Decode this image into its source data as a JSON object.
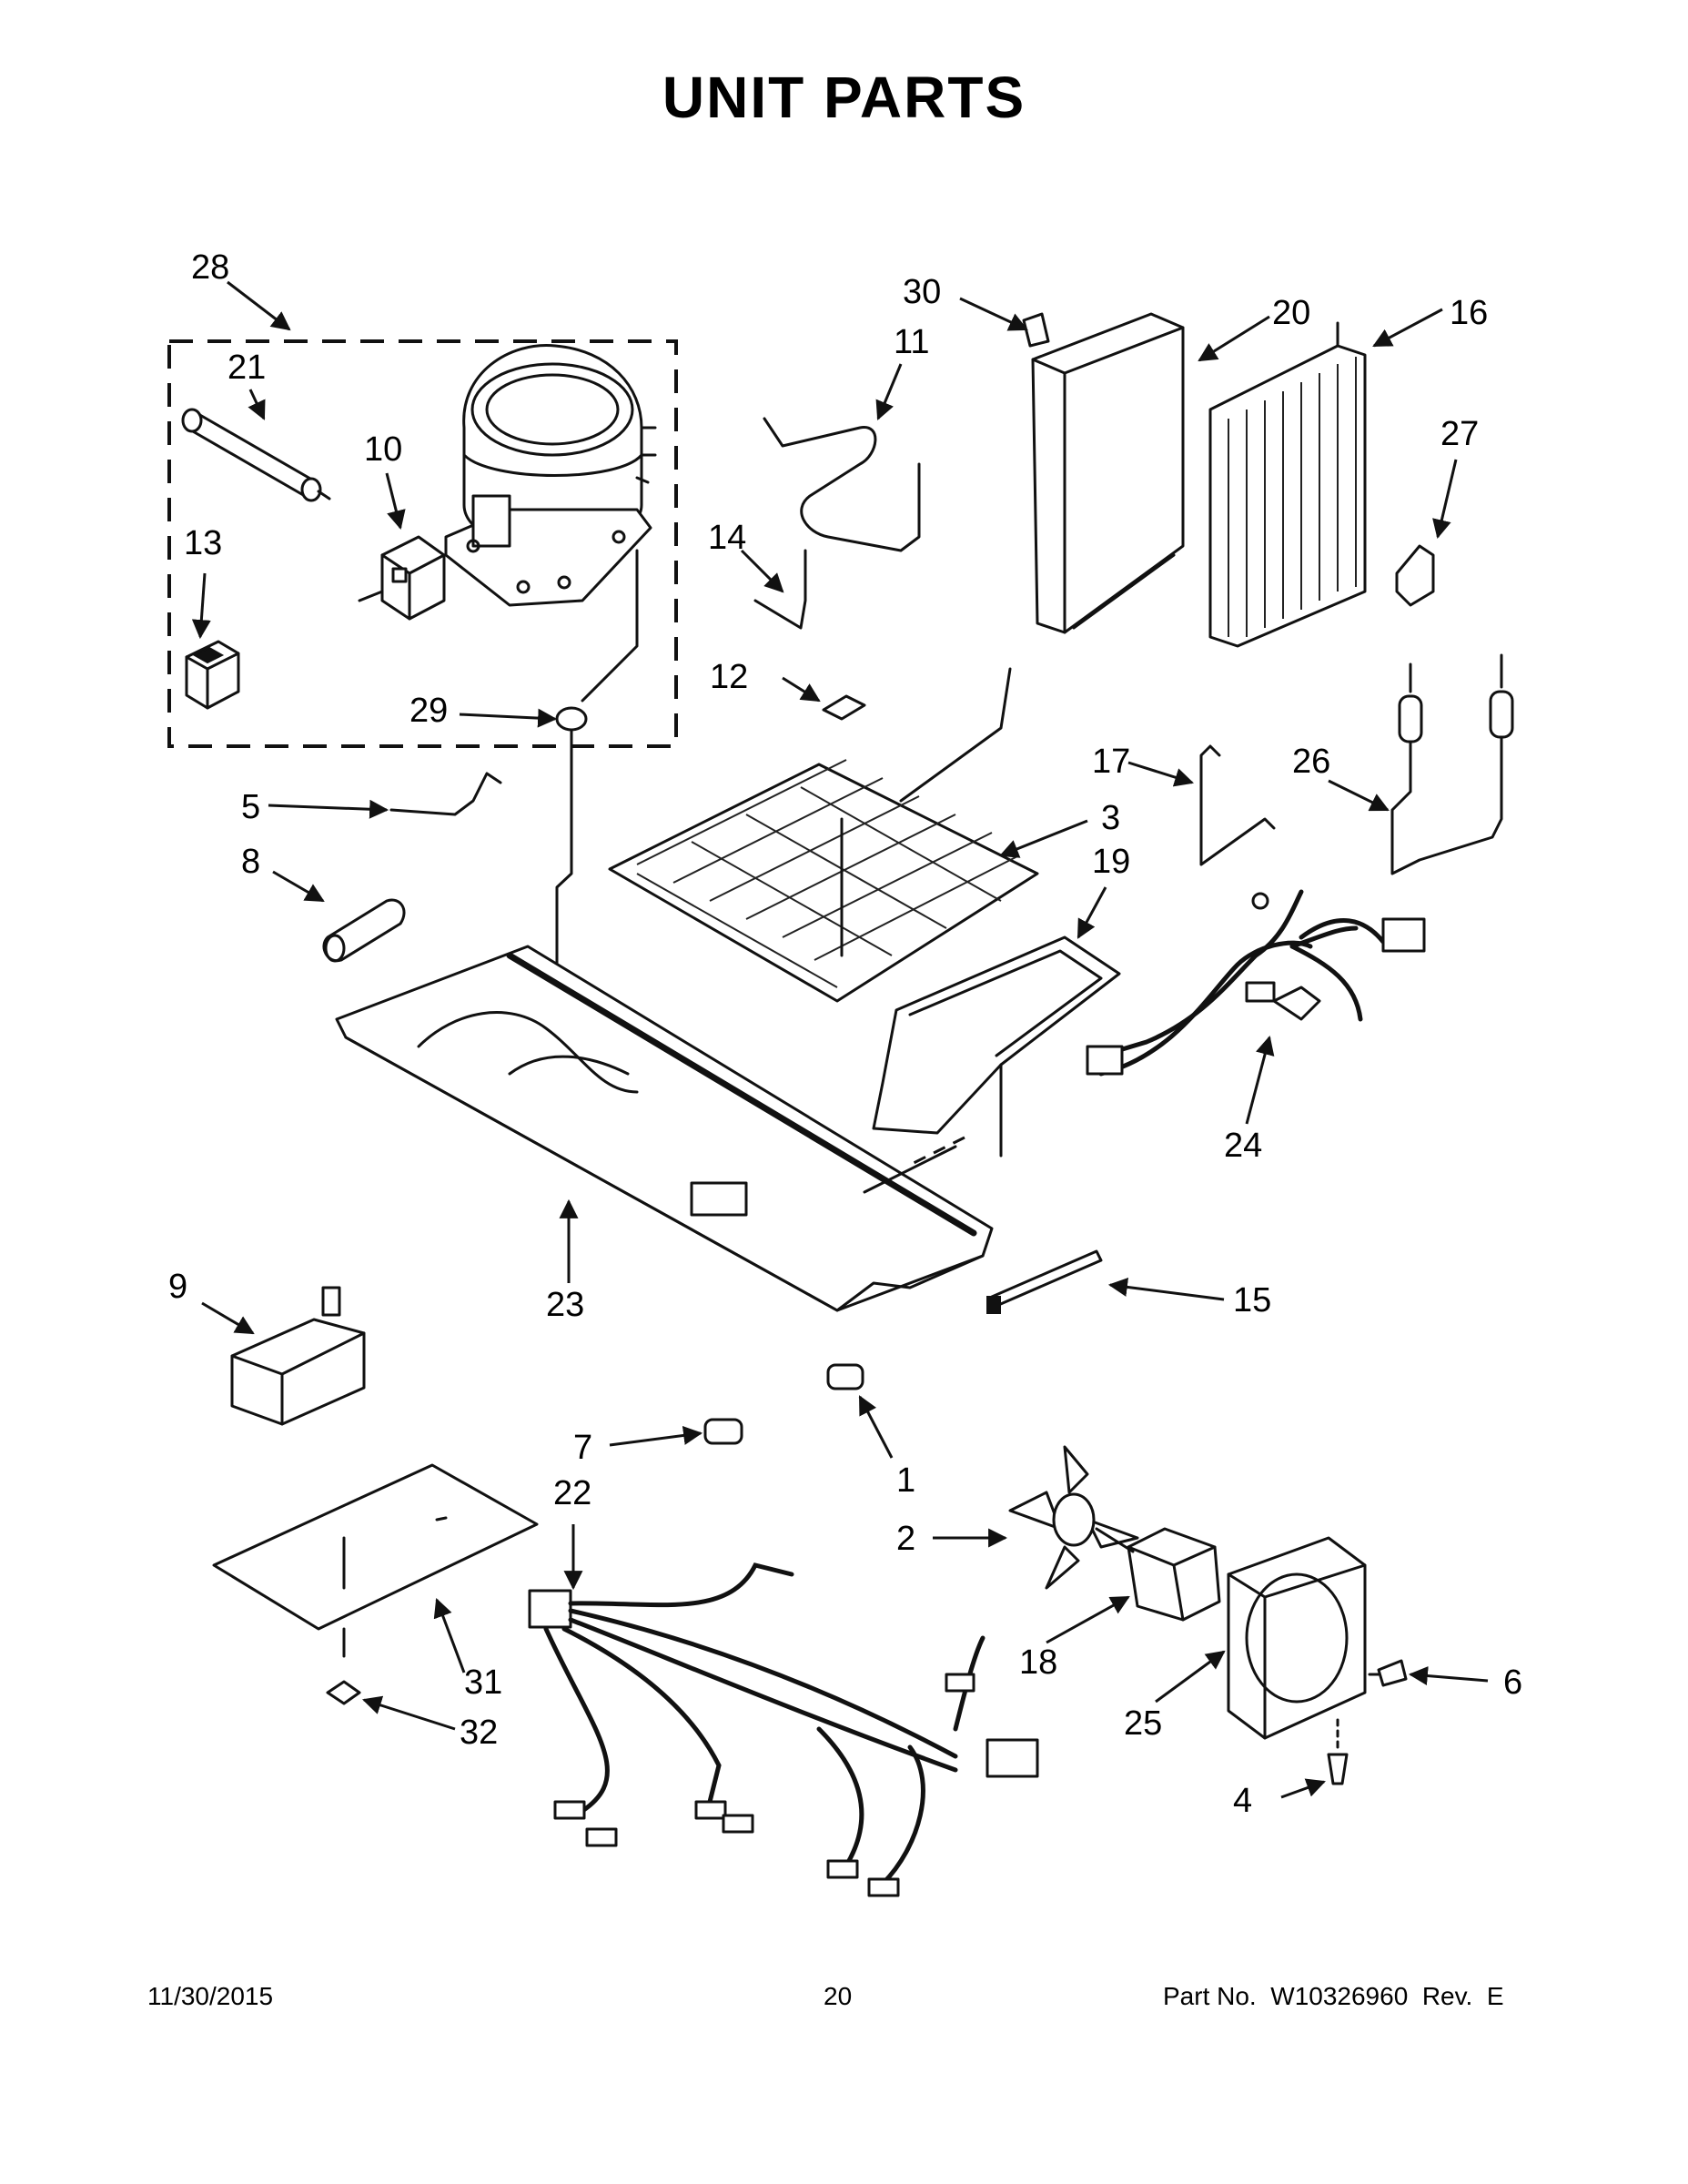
{
  "header": {
    "title": "UNIT PARTS"
  },
  "callouts": {
    "c1": "1",
    "c2": "2",
    "c3": "3",
    "c4": "4",
    "c5": "5",
    "c6": "6",
    "c7": "7",
    "c8": "8",
    "c9": "9",
    "c10": "10",
    "c11": "11",
    "c12": "12",
    "c13": "13",
    "c14": "14",
    "c15": "15",
    "c16": "16",
    "c17": "17",
    "c18": "18",
    "c19": "19",
    "c20": "20",
    "c21": "21",
    "c22": "22",
    "c23": "23",
    "c24": "24",
    "c25": "25",
    "c26": "26",
    "c27": "27",
    "c28": "28",
    "c29": "29",
    "c30": "30",
    "c31": "31",
    "c32": "32"
  },
  "footer": {
    "date": "11/30/2015",
    "page": "20",
    "part_number": "Part No.  W10326960  Rev.  E"
  }
}
